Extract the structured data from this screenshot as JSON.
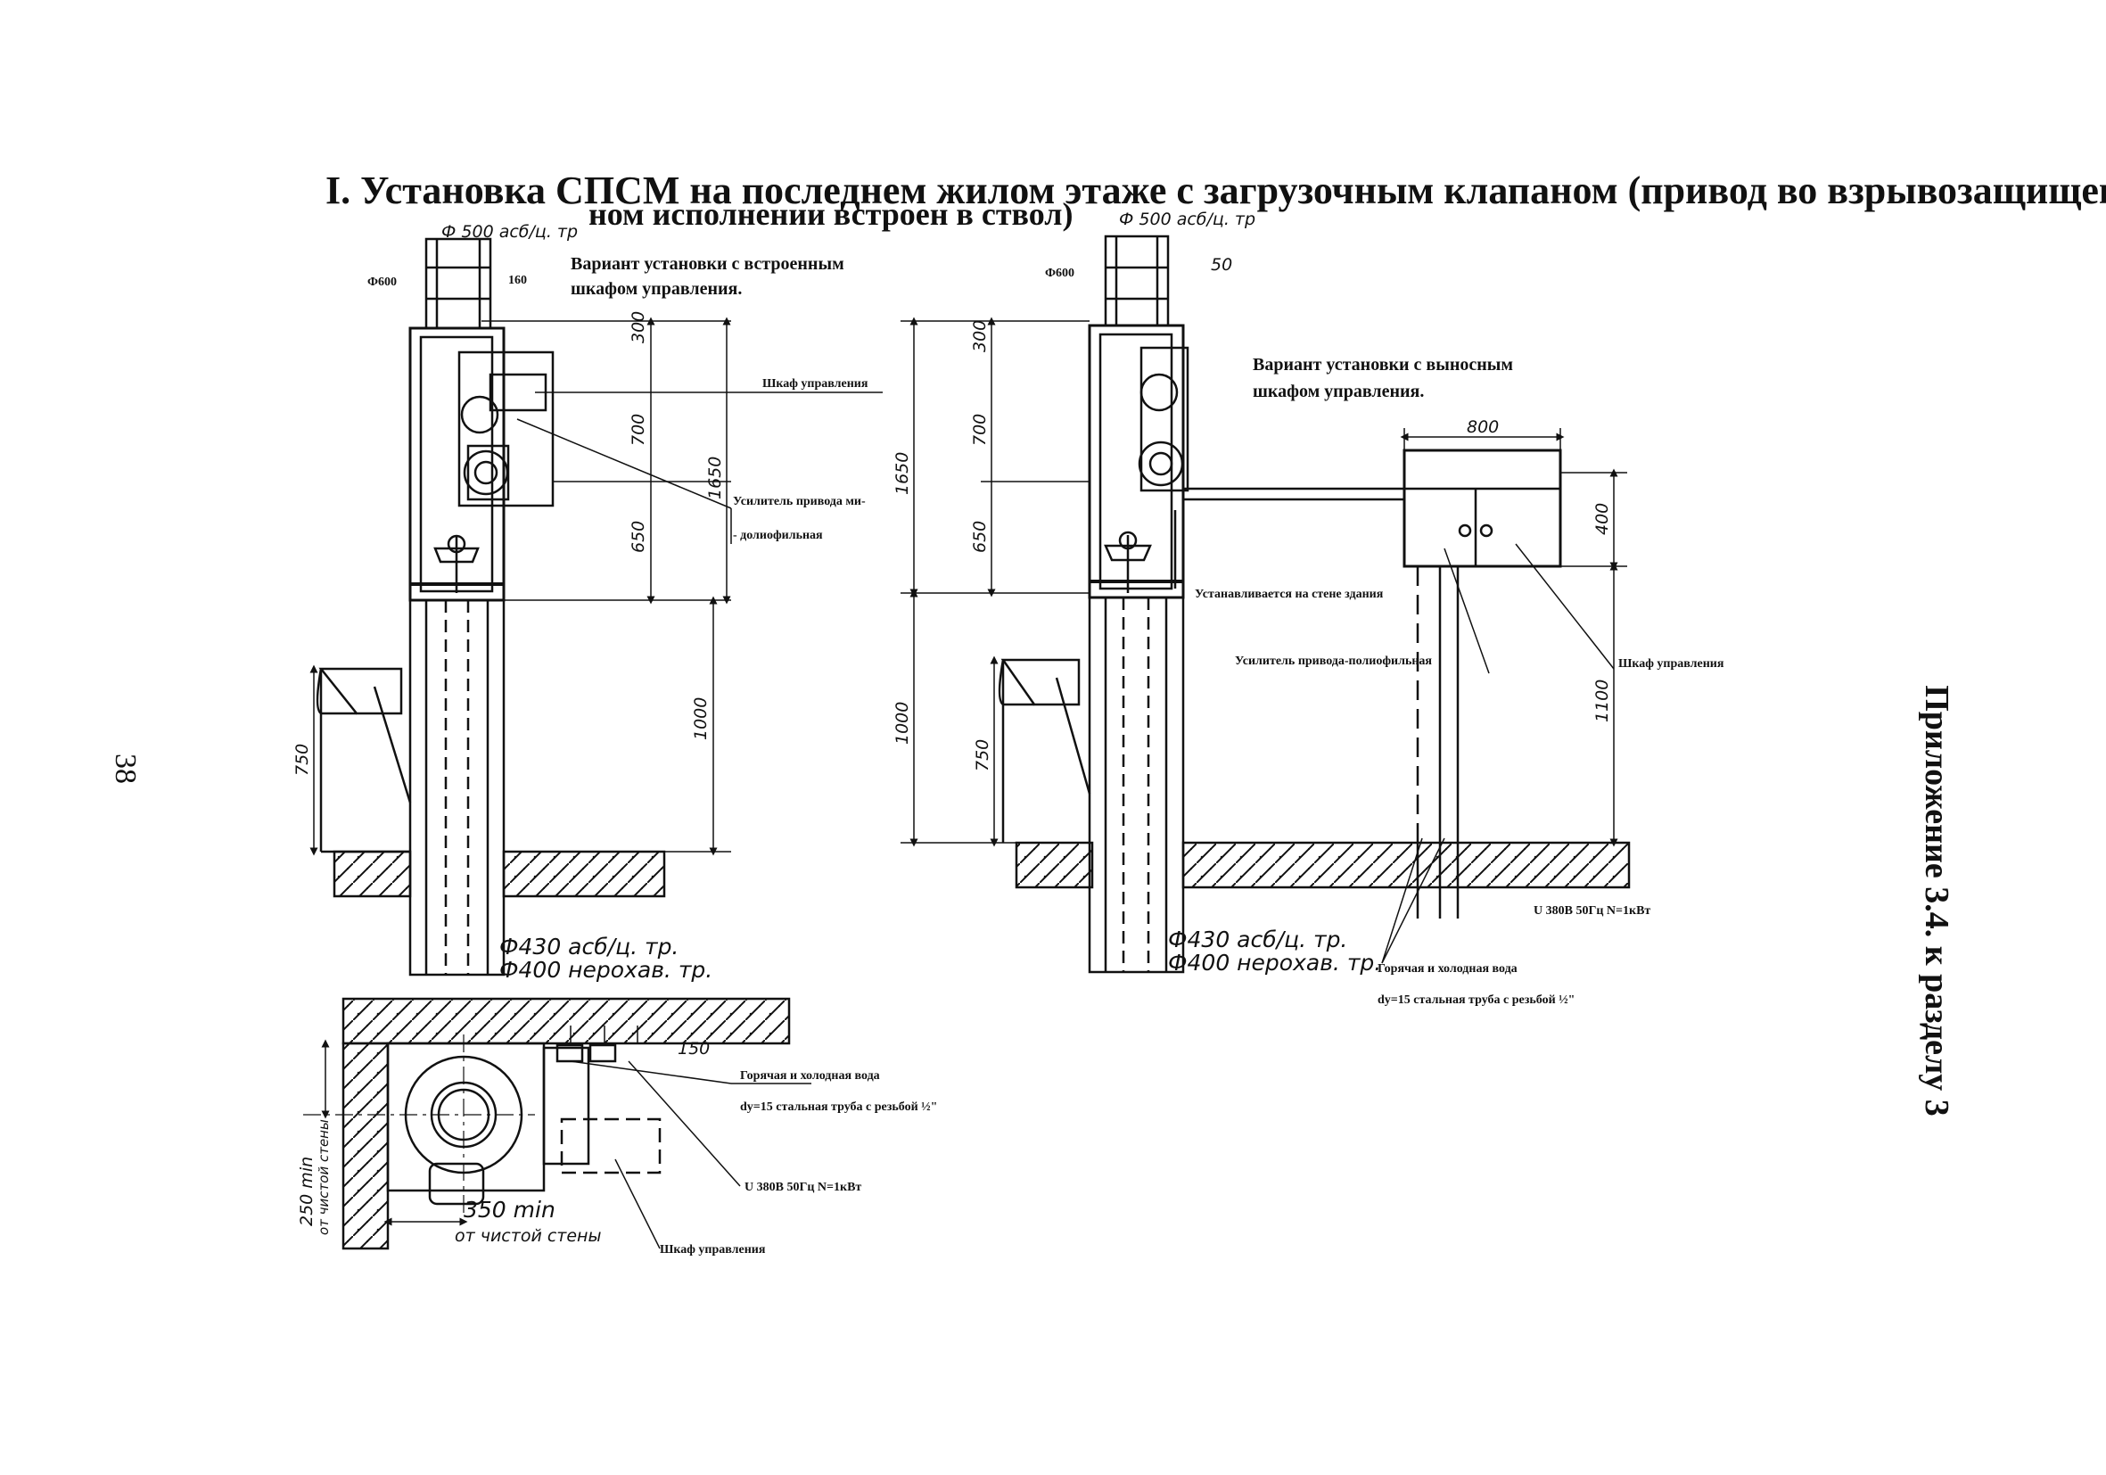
{
  "title": {
    "line1": "I. Установка СПСМ на последнем жилом этаже с загрузочным клапаном (привод во взрывозащищен-",
    "line2": "ном исполнении встроен в ствол)"
  },
  "page_number": "38",
  "appendix": "Приложение 3.4. к разделу 3",
  "left_view": {
    "top_pipe": "Ф 500 асб/ц. тр",
    "d600": "Ф600",
    "d160": "160",
    "variant_note_1": "Вариант установки с встроенным",
    "variant_note_2": "шкафом управления.",
    "cabinet_label": "Шкаф управления",
    "valve_label_1": "Усилитель привода ми-",
    "valve_label_2": "- долиофильная",
    "dim_300": "300",
    "dim_700": "700",
    "dim_650": "650",
    "dim_1650": "1650",
    "dim_1000": "1000",
    "dim_750": "750",
    "bottom_pipe_1": "Ф430 асб/ц. тр.",
    "bottom_pipe_2": "Ф400 нерохав. тр."
  },
  "right_view": {
    "top_pipe": "Ф 500 асб/ц. тр",
    "d600": "Ф600",
    "d50": "50",
    "variant_note_1": "Вариант установки с выносным",
    "variant_note_2": "шкафом управления.",
    "dim_800": "800",
    "dim_400": "400",
    "dim_1100": "1100",
    "dim_300": "300",
    "dim_700": "700",
    "dim_650": "650",
    "dim_1650": "1650",
    "dim_1000": "1000",
    "dim_750": "750",
    "wall_mount": "Устанавливается на стене здания",
    "valve_label": "Усилитель привода-полиофильная",
    "cabinet_label": "Шкаф управления",
    "power": "U 380В 50Гц N=1кВт",
    "water": "Горячая и холодная вода",
    "pipe": "dу=15 стальная труба с резьбой ½\"",
    "bottom_pipe_1": "Ф430 асб/ц. тр.",
    "bottom_pipe_2": "Ф400 нерохав. тр."
  },
  "plan_view": {
    "d150": "150",
    "water": "Горячая и холодная вода",
    "pipe": "dу=15 стальная труба с резьбой ½\"",
    "power": "U 380В 50Гц N=1кВт",
    "cabinet_label": "Шкаф управления",
    "dim_350": "350 min",
    "dim_350_note": "от чистой стены",
    "dim_250": "250 min",
    "dim_250_note": "от чистой стены"
  },
  "colors": {
    "ink": "#111111",
    "paper": "#ffffff"
  }
}
